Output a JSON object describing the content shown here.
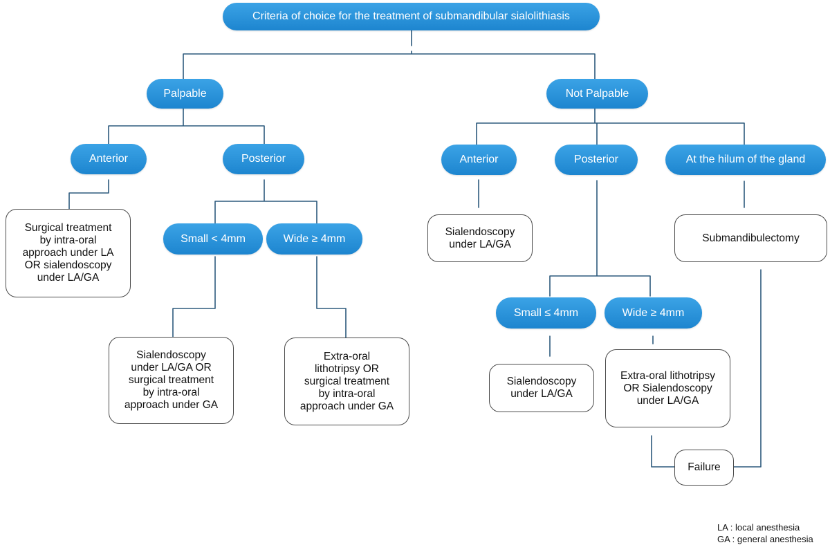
{
  "title": "Criteria of choice for the treatment of submandibular sialolithiasis",
  "palpable": {
    "label": "Palpable",
    "anterior": {
      "label": "Anterior",
      "outcome": "Surgical treatment\nby intra-oral\napproach under LA\nOR sialendoscopy\nunder LA/GA"
    },
    "posterior": {
      "label": "Posterior",
      "small": {
        "label": "Small < 4mm",
        "outcome": "Sialendoscopy\nunder LA/GA OR\nsurgical treatment\nby intra-oral\napproach under GA"
      },
      "wide": {
        "label": "Wide ≥ 4mm",
        "outcome": "Extra-oral\nlithotripsy OR\nsurgical treatment\nby intra-oral\napproach under GA"
      }
    }
  },
  "not_palpable": {
    "label": "Not Palpable",
    "anterior": {
      "label": "Anterior",
      "outcome": "Sialendoscopy\nunder LA/GA"
    },
    "posterior": {
      "label": "Posterior",
      "small": {
        "label": "Small ≤ 4mm",
        "outcome": "Sialendoscopy\nunder LA/GA"
      },
      "wide": {
        "label": "Wide ≥ 4mm",
        "outcome": "Extra-oral lithotripsy\nOR Sialendoscopy\nunder LA/GA"
      }
    },
    "hilum": {
      "label": "At the hilum of the gland",
      "outcome": "Submandibulectomy"
    },
    "failure": "Failure"
  },
  "legend": {
    "la": "LA : local anesthesia",
    "ga": "GA : general anesthesia"
  },
  "colors": {
    "node_fill": "#1d85cf",
    "node_text": "#ffffff",
    "connector": "#2d5a7d",
    "outcome_border": "#4a4a4a"
  }
}
